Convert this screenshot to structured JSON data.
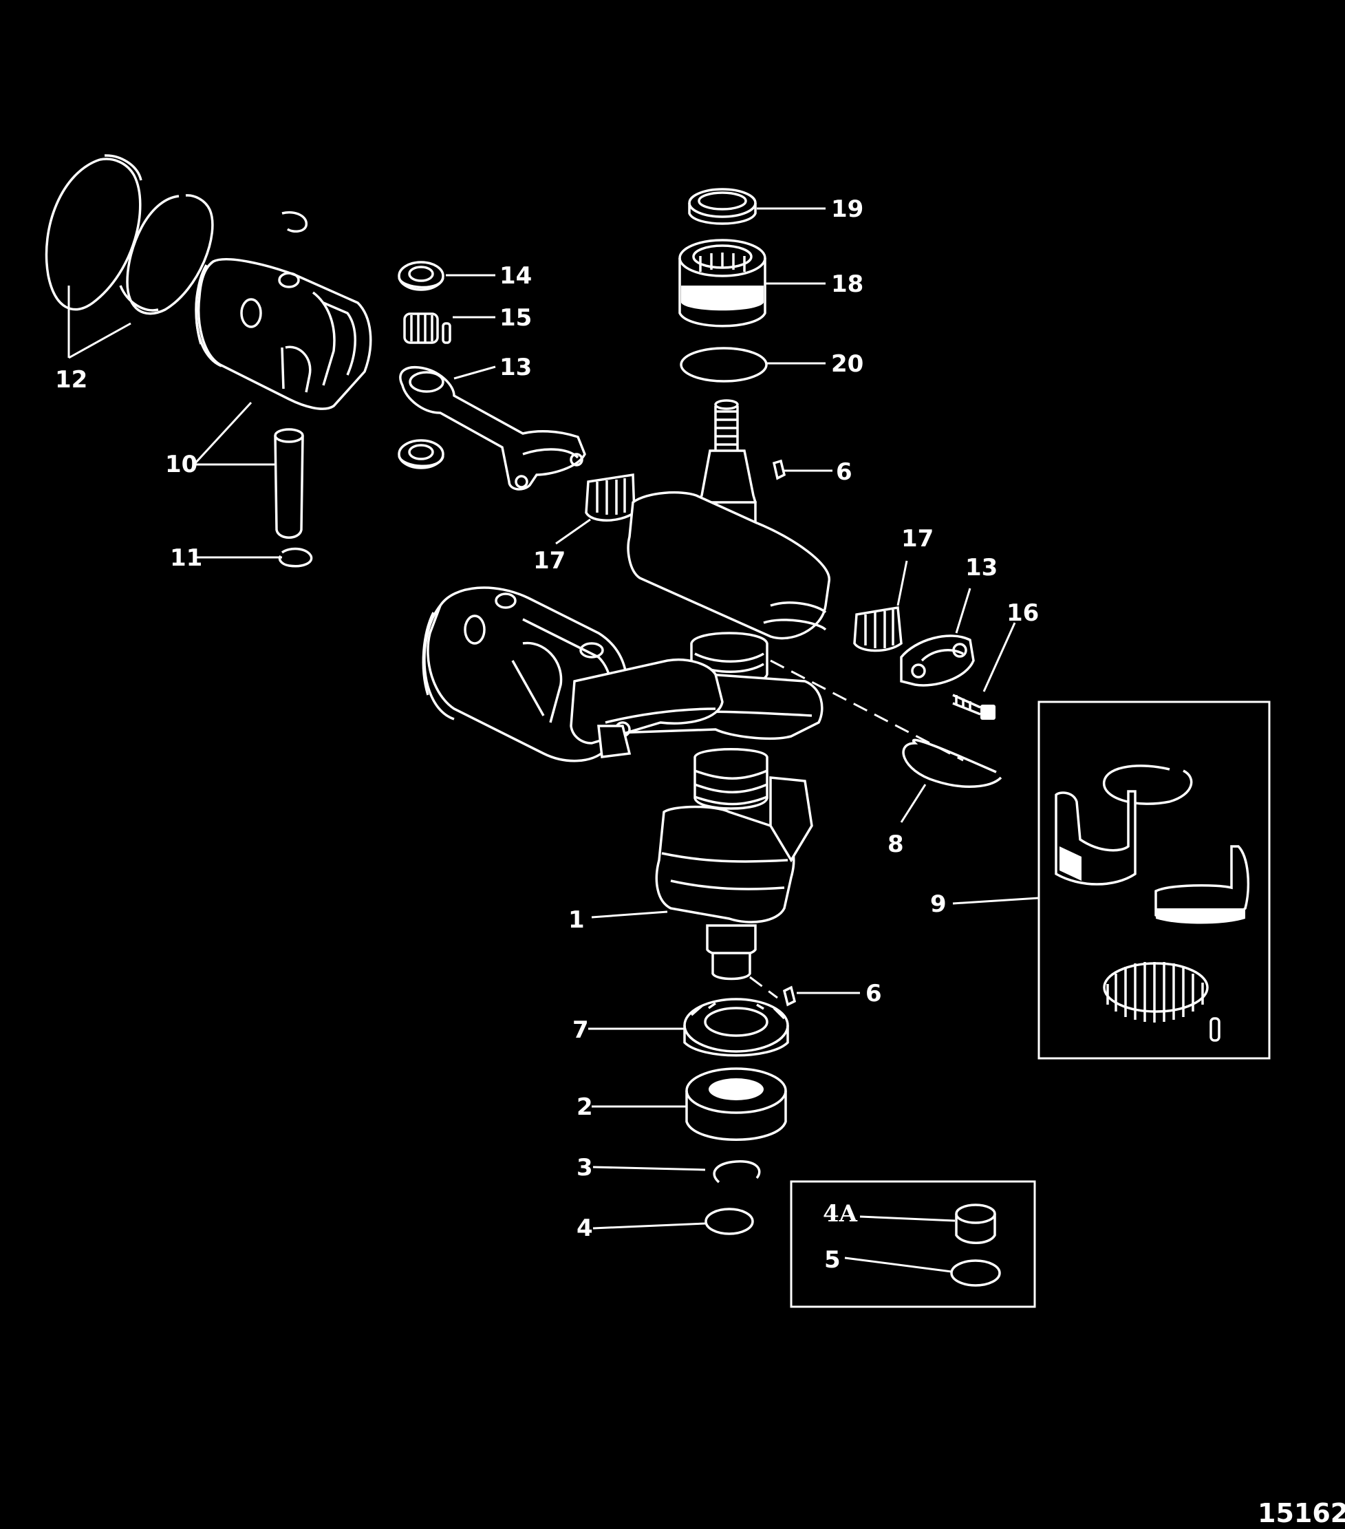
{
  "labels": {
    "l1": "1",
    "l2": "2",
    "l3": "3",
    "l4": "4",
    "l4a": "4A",
    "l5": "5",
    "l6a": "6",
    "l6b": "6",
    "l7": "7",
    "l8": "8",
    "l9": "9",
    "l10": "10",
    "l11": "11",
    "l12": "12",
    "l13a": "13",
    "l13b": "13",
    "l14": "14",
    "l15": "15",
    "l16": "16",
    "l17a": "17",
    "l17b": "17",
    "l18": "18",
    "l19": "19",
    "l20": "20"
  },
  "figure_number": "15162",
  "colors": {
    "background": "#000000",
    "linework": "#ffffff"
  }
}
